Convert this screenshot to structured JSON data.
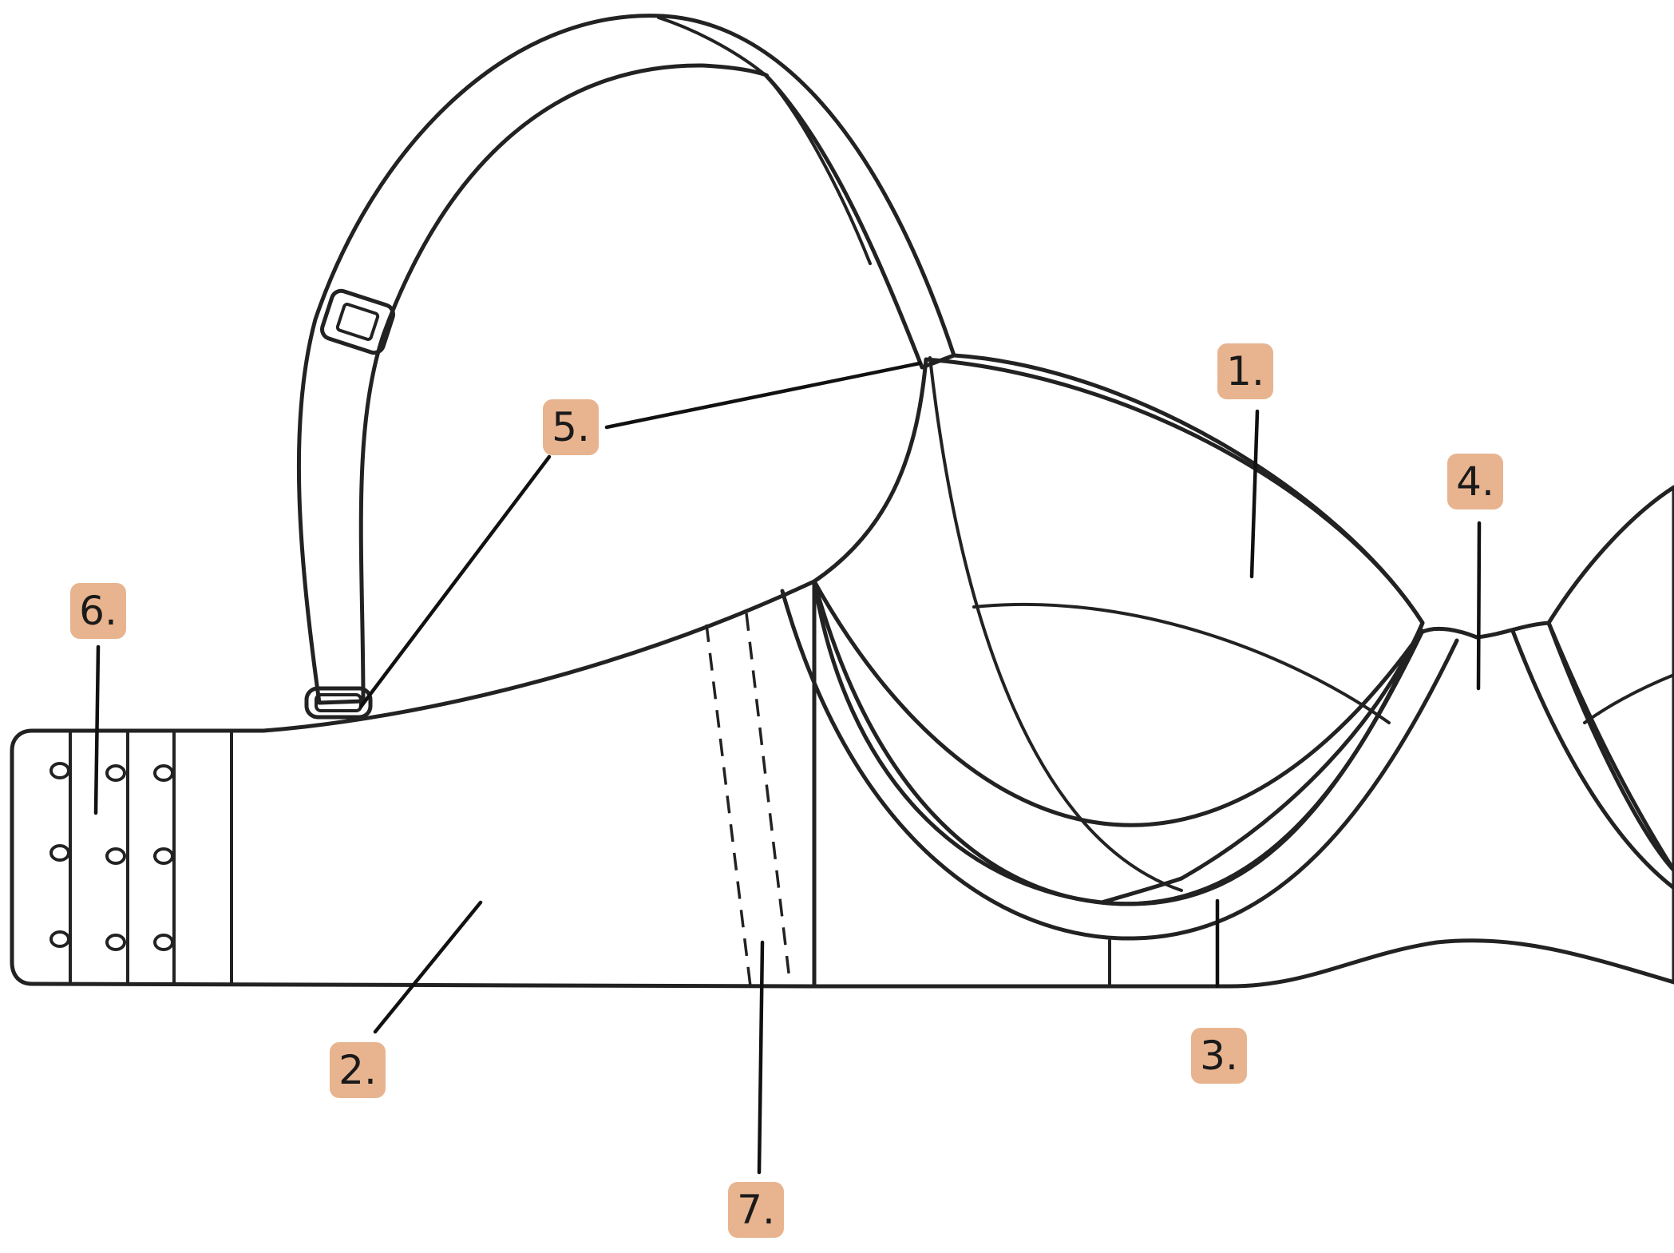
{
  "colors": {
    "badge_fill": "#E8B48F",
    "line": "#222222",
    "shade": "#e4e4e4",
    "background": "#ffffff"
  },
  "callouts": [
    {
      "id": "1",
      "label": "1."
    },
    {
      "id": "2",
      "label": "2."
    },
    {
      "id": "3",
      "label": "3."
    },
    {
      "id": "4",
      "label": "4."
    },
    {
      "id": "5",
      "label": "5."
    },
    {
      "id": "6",
      "label": "6."
    },
    {
      "id": "7",
      "label": "7."
    }
  ]
}
